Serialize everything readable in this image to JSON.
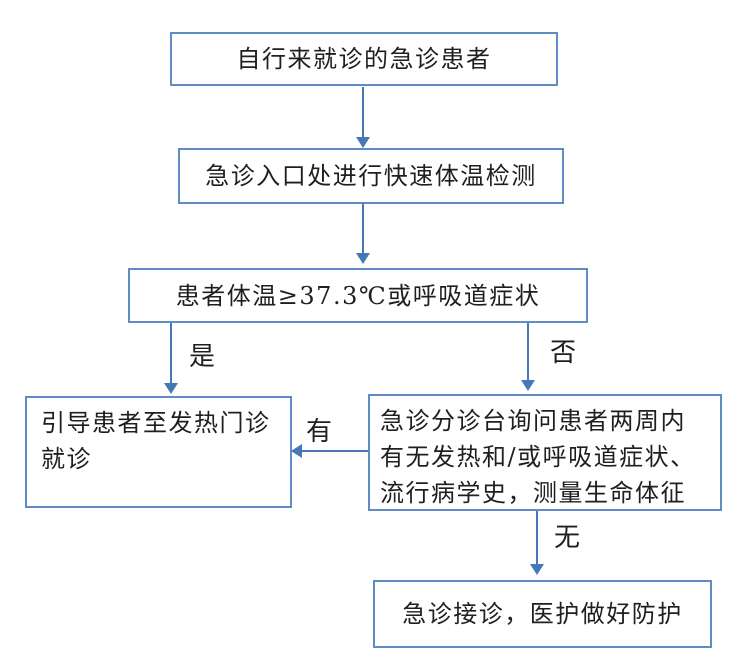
{
  "colors": {
    "background": "#ffffff",
    "box_border": "#5f8dc3",
    "arrow": "#4678b8",
    "text": "#1f1f1f"
  },
  "flow": {
    "nodes": {
      "start": {
        "lines": [
          "自行来就诊的急诊患者"
        ]
      },
      "temp_check": {
        "lines": [
          "急诊入口处进行快速体温检测"
        ]
      },
      "screen": {
        "lines": [
          "患者体温≥37.3℃或呼吸道症状"
        ]
      },
      "fever_clinic": {
        "lines": [
          "引导患者至发热门诊",
          "就诊"
        ]
      },
      "triage": {
        "lines": [
          "急诊分诊台询问患者两周内",
          "有无发热和/或呼吸道症状、",
          "流行病学史，测量生命体征"
        ]
      },
      "reception": {
        "lines": [
          "急诊接诊，医护做好防护"
        ]
      }
    },
    "edge_labels": {
      "yes": "是",
      "no": "否",
      "have": "有",
      "none": "无"
    }
  }
}
